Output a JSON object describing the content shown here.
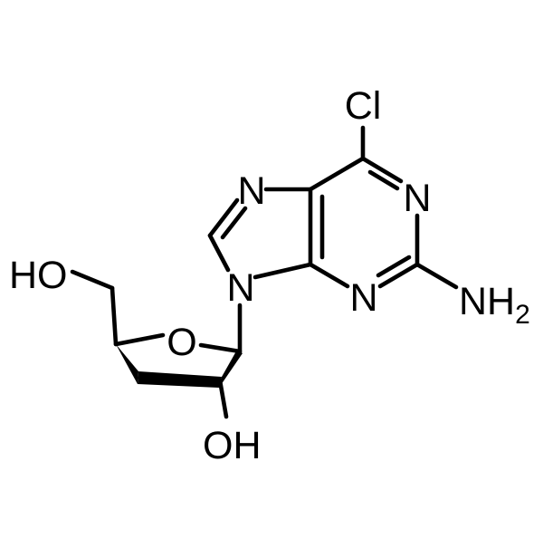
{
  "structure": {
    "atoms": {
      "cl": "Cl",
      "n_purine_top": "N",
      "n_pyrimidine_right": "N",
      "n_pyrimidine_bottom": "N",
      "n_glycosidic": "N",
      "amine_nh": "NH",
      "amine_subscript": "2",
      "ring_oxygen": "O",
      "hydroxymethyl": "HO",
      "hydroxyl": "OH"
    }
  },
  "colors": {
    "ink": "#000000",
    "background": "#ffffff"
  }
}
